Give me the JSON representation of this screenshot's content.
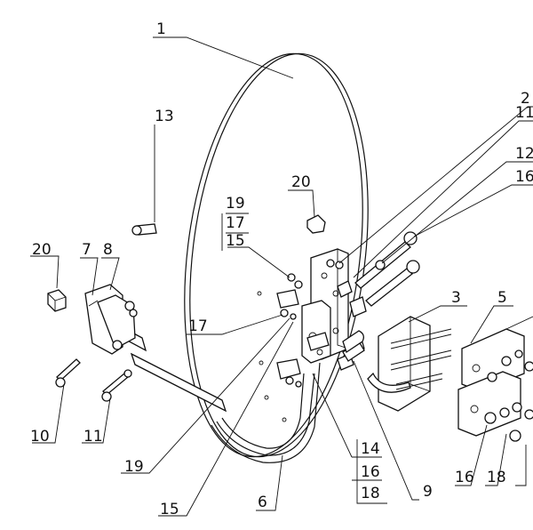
{
  "labels": {
    "l1": "1",
    "l2": "2",
    "l3": "3",
    "l5": "5",
    "l6": "6",
    "l7": "7",
    "l8": "8",
    "l9": "9",
    "l10": "10",
    "l11a": "11",
    "l11b": "11",
    "l12": "12",
    "l13": "13",
    "l14": "14",
    "l15a": "15",
    "l15b": "15",
    "l16a": "16",
    "l16b": "16",
    "l16c": "16",
    "l17a": "17",
    "l17b": "17",
    "l18a": "18",
    "l18b": "18",
    "l19a": "19",
    "l19b": "19",
    "l20a": "20",
    "l20b": "20"
  }
}
